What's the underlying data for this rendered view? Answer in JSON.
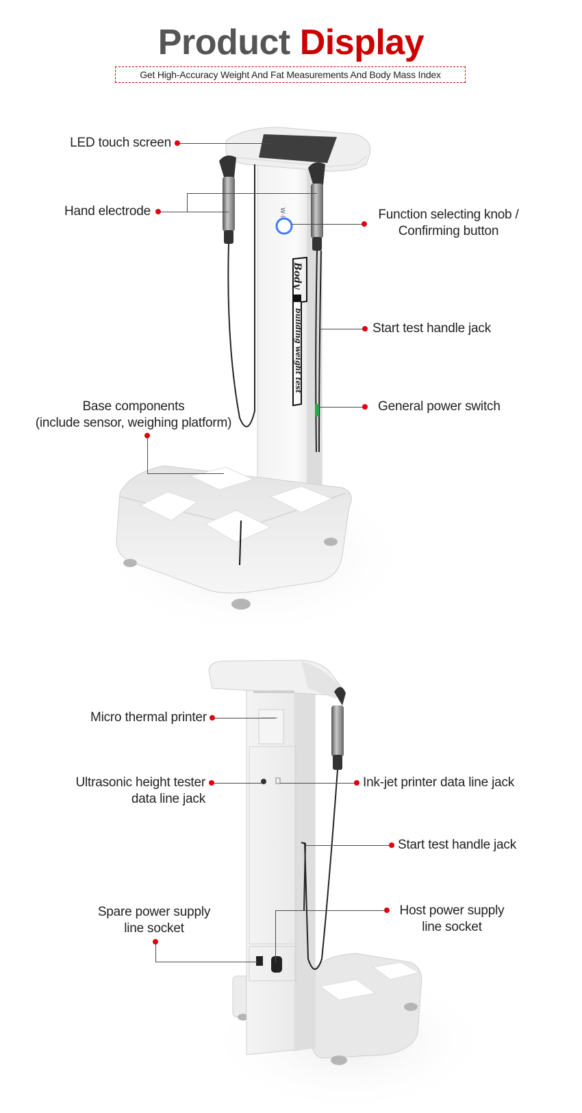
{
  "header": {
    "title_part1": "Product",
    "title_part2": "Display",
    "subtitle": "Get High-Accuracy Weight And Fat Measurements And Body Mass Index"
  },
  "colors": {
    "accent_red": "#cc0000",
    "dot_red": "#e0000d",
    "title_gray": "#555555",
    "text": "#222222"
  },
  "front_view": {
    "panel_text": {
      "brand": "Body",
      "tagline": "building weight test"
    },
    "labels": [
      {
        "id": "led-touch-screen",
        "text": "LED touch screen"
      },
      {
        "id": "hand-electrode",
        "text": "Hand electrode"
      },
      {
        "id": "function-knob",
        "line1": "Function selecting knob /",
        "line2": "Confirming button"
      },
      {
        "id": "start-test-handle-jack",
        "text": "Start test handle jack"
      },
      {
        "id": "general-power-switch",
        "text": "General power switch"
      },
      {
        "id": "base-components",
        "line1": "Base components",
        "line2": "(include sensor, weighing platform)"
      }
    ]
  },
  "back_view": {
    "labels": [
      {
        "id": "micro-thermal-printer",
        "text": "Micro thermal printer"
      },
      {
        "id": "ultrasonic-height-tester-jack",
        "line1": "Ultrasonic height tester",
        "line2": "data line jack"
      },
      {
        "id": "inkjet-printer-jack",
        "text": "Ink-jet printer data line jack"
      },
      {
        "id": "start-test-handle-jack-back",
        "text": "Start test handle jack"
      },
      {
        "id": "spare-power-socket",
        "line1": "Spare power supply",
        "line2": "line socket"
      },
      {
        "id": "host-power-socket",
        "line1": "Host power supply",
        "line2": "line socket"
      }
    ]
  }
}
